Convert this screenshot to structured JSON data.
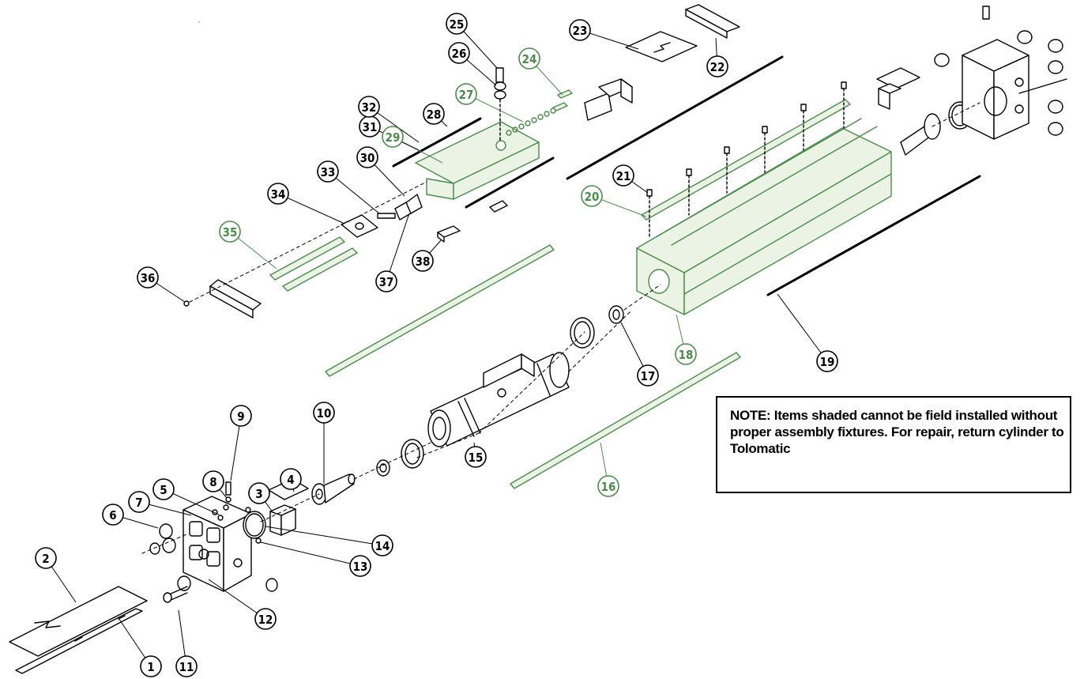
{
  "note": {
    "text": "NOTE: Items shaded cannot be field installed without proper assembly fixtures. For repair, return cylinder to Tolomatic"
  },
  "colors": {
    "line": "#000000",
    "shaded_part": "#4b8b4b",
    "shaded_fill": "#eaf3e4",
    "callout_normal_fill": "#ffffff",
    "callout_shaded_fill": "#ffffff"
  },
  "callouts": [
    {
      "label": "1",
      "shaded": false
    },
    {
      "label": "2",
      "shaded": false
    },
    {
      "label": "3",
      "shaded": false
    },
    {
      "label": "4",
      "shaded": false
    },
    {
      "label": "5",
      "shaded": false
    },
    {
      "label": "6",
      "shaded": false
    },
    {
      "label": "7",
      "shaded": false
    },
    {
      "label": "8",
      "shaded": false
    },
    {
      "label": "9",
      "shaded": false
    },
    {
      "label": "10",
      "shaded": false
    },
    {
      "label": "11",
      "shaded": false
    },
    {
      "label": "12",
      "shaded": false
    },
    {
      "label": "13",
      "shaded": false
    },
    {
      "label": "14",
      "shaded": false
    },
    {
      "label": "15",
      "shaded": false
    },
    {
      "label": "16",
      "shaded": true
    },
    {
      "label": "17",
      "shaded": false
    },
    {
      "label": "18",
      "shaded": true
    },
    {
      "label": "19",
      "shaded": false
    },
    {
      "label": "20",
      "shaded": true
    },
    {
      "label": "21",
      "shaded": false
    },
    {
      "label": "22",
      "shaded": false
    },
    {
      "label": "23",
      "shaded": false
    },
    {
      "label": "24",
      "shaded": true
    },
    {
      "label": "25",
      "shaded": false
    },
    {
      "label": "26",
      "shaded": false
    },
    {
      "label": "27",
      "shaded": true
    },
    {
      "label": "28",
      "shaded": false
    },
    {
      "label": "29",
      "shaded": true
    },
    {
      "label": "30",
      "shaded": false
    },
    {
      "label": "31",
      "shaded": false
    },
    {
      "label": "32",
      "shaded": false
    },
    {
      "label": "33",
      "shaded": false
    },
    {
      "label": "34",
      "shaded": false
    },
    {
      "label": "35",
      "shaded": true
    },
    {
      "label": "36",
      "shaded": false
    },
    {
      "label": "37",
      "shaded": false
    },
    {
      "label": "38",
      "shaded": false
    }
  ]
}
